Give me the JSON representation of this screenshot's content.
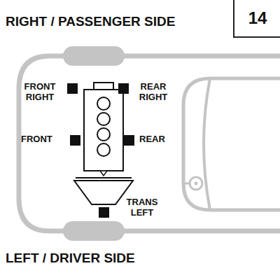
{
  "diagram": {
    "nodes": [
      {
        "text": [
          "14"
        ]
      }
    ],
    "labels": [
      "RIGHT / PASSENGER SIDE",
      "FRONT RIGHT",
      "REAR RIGHT",
      "FRONT",
      "REAR",
      "TRANS LEFT",
      "LEFT / DRIVER SIDE"
    ]
  }
}
